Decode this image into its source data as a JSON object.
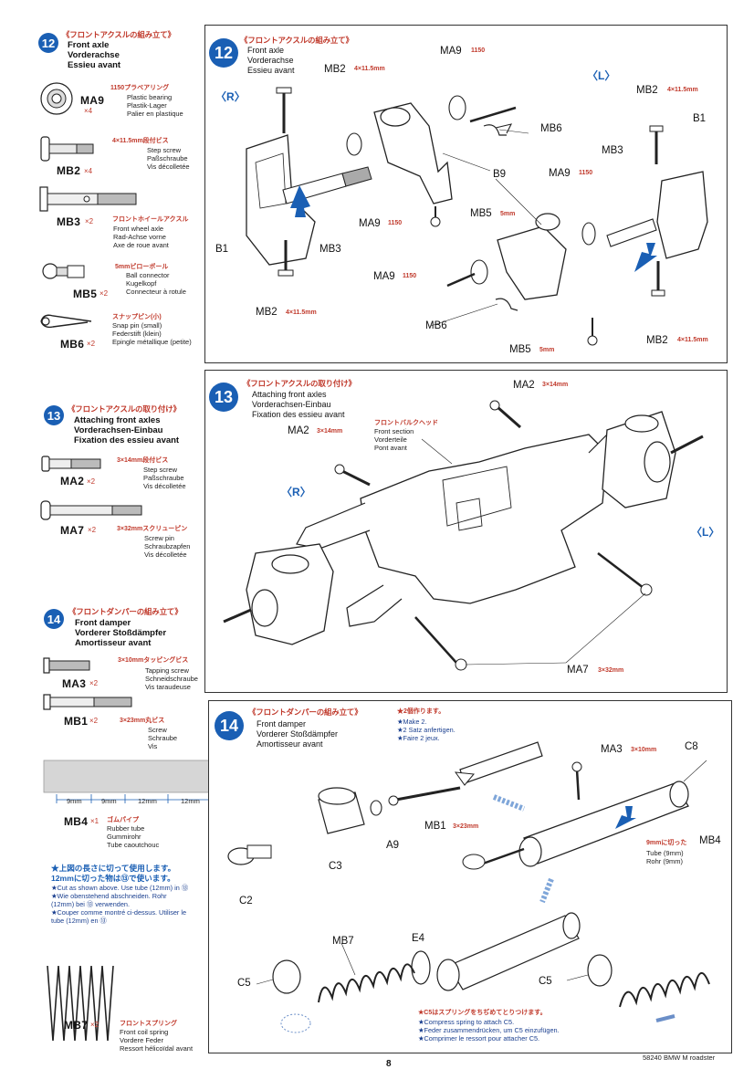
{
  "sidebar": {
    "step12": {
      "number": "12",
      "title_jp": "《フロントアクスルの組み立て》",
      "title_en": "Front axle",
      "title_de": "Vorderachse",
      "title_fr": "Essieu avant",
      "parts": [
        {
          "code": "MA9",
          "qty": "×4",
          "spec": "1150プラベアリング",
          "desc1": "Plastic bearing",
          "desc2": "Plastik-Lager",
          "desc3": "Palier en plastique"
        },
        {
          "code": "MB2",
          "qty": "×4",
          "spec": "4×11.5mm段付ビス",
          "desc1": "Step screw",
          "desc2": "Paßschraube",
          "desc3": "Vis décolletée"
        },
        {
          "code": "MB3",
          "qty": "×2",
          "spec": "フロントホイールアクスル",
          "desc1": "Front wheel axle",
          "desc2": "Rad-Achse vorne",
          "desc3": "Axe de roue avant"
        },
        {
          "code": "MB5",
          "qty": "×2",
          "spec": "5mmピローボール",
          "desc1": "Ball connector",
          "desc2": "Kugelkopf",
          "desc3": "Connecteur à rotule"
        },
        {
          "code": "MB6",
          "qty": "×2",
          "spec": "スナップピン(小)",
          "desc1": "Snap pin (small)",
          "desc2": "Federstift (klein)",
          "desc3": "Epingle métallique (petite)"
        }
      ]
    },
    "step13": {
      "number": "13",
      "title_jp": "《フロントアクスルの取り付け》",
      "title_en": "Attaching front axles",
      "title_de": "Vorderachsen-Einbau",
      "title_fr": "Fixation des essieu avant",
      "parts": [
        {
          "code": "MA2",
          "qty": "×2",
          "spec": "3×14mm段付ビス",
          "desc1": "Step screw",
          "desc2": "Paßschraube",
          "desc3": "Vis décolletée"
        },
        {
          "code": "MA7",
          "qty": "×2",
          "spec": "3×32mmスクリューピン",
          "desc1": "Screw pin",
          "desc2": "Schraubzapfen",
          "desc3": "Vis décolletée"
        }
      ]
    },
    "step14": {
      "number": "14",
      "title_jp": "《フロントダンパーの組み立て》",
      "title_en": "Front damper",
      "title_de": "Vorderer Stoßdämpfer",
      "title_fr": "Amortisseur avant",
      "parts": [
        {
          "code": "MA3",
          "qty": "×2",
          "spec": "3×10mmタッピングビス",
          "desc1": "Tapping screw",
          "desc2": "Schneidschraube",
          "desc3": "Vis taraudeuse"
        },
        {
          "code": "MB1",
          "qty": "×2",
          "spec": "3×23mm丸ビス",
          "desc1": "Screw",
          "desc2": "Schraube",
          "desc3": "Vis"
        }
      ],
      "tube": {
        "segments": [
          "9mm",
          "9mm",
          "12mm",
          "12mm"
        ],
        "code": "MB4",
        "qty": "×1",
        "spec": "ゴムパイプ",
        "desc1": "Rubber tube",
        "desc2": "Gummirohr",
        "desc3": "Tube caoutchouc"
      },
      "cut_note_jp1": "★上図の長さに切って使用します。",
      "cut_note_jp2": "12mmに切った物は⑬で使います。",
      "cut_note_en": "★Cut as shown above. Use tube (12mm) in ⑬",
      "cut_note_de1": "★Wie obenstehend abschneiden. Rohr",
      "cut_note_de2": "(12mm) bei ⑬ verwenden.",
      "cut_note_fr1": "★Couper comme montré ci-dessus. Utiliser le",
      "cut_note_fr2": "tube (12mm) en ⑬",
      "spring": {
        "code": "MB7",
        "qty": "×2",
        "spec": "フロントスプリング",
        "desc1": "Front coil spring",
        "desc2": "Vordere Feder",
        "desc3": "Ressort hélicoïdal avant"
      }
    }
  },
  "panel12": {
    "number": "12",
    "title_jp": "《フロントアクスルの組み立て》",
    "title_en": "Front axle",
    "title_de": "Vorderachse",
    "title_fr": "Essieu avant",
    "left_tag": "R",
    "right_tag": "L",
    "labels": {
      "ma9": "MA9",
      "ma9_spec": "1150",
      "mb2": "MB2",
      "mb2_spec": "4×11.5mm",
      "mb6": "MB6",
      "b9": "B9",
      "b1": "B1",
      "mb3": "MB3",
      "mb5": "MB5",
      "mb5_spec": "5mm"
    }
  },
  "panel13": {
    "number": "13",
    "title_jp": "《フロントアクスルの取り付け》",
    "title_en": "Attaching front axles",
    "title_de": "Vorderachsen-Einbau",
    "title_fr": "Fixation des essieu avant",
    "front_jp": "フロントバルクヘッド",
    "front_en": "Front section",
    "front_de": "Vorderteile",
    "front_fr": "Pont avant",
    "labels": {
      "ma2": "MA2",
      "ma2_spec": "3×14mm",
      "ma7": "MA7",
      "ma7_spec": "3×32mm"
    },
    "left_tag": "R",
    "right_tag": "L"
  },
  "panel14": {
    "number": "14",
    "title_jp": "《フロントダンパーの組み立て》",
    "title_en": "Front damper",
    "title_de": "Vorderer Stoßdämpfer",
    "title_fr": "Amortisseur avant",
    "make_jp": "★2個作ります。",
    "make_en": "★Make 2.",
    "make_de": "★2 Satz anfertigen.",
    "make_fr": "★Faire 2 jeux.",
    "labels": {
      "ma3": "MA3",
      "ma3_spec": "3×10mm",
      "c8": "C8",
      "mb1": "MB1",
      "mb1_spec": "3×23mm",
      "a9": "A9",
      "c3": "C3",
      "c2": "C2",
      "mb4": "MB4",
      "mb4_jp": "9mmに切った",
      "mb4_en": "Tube (9mm)",
      "mb4_de": "Rohr (9mm)",
      "mb7": "MB7",
      "e4": "E4",
      "c5": "C5"
    },
    "spring_note_jp": "★C5はスプリングをちぢめてとりつけます。",
    "spring_note_en": "★Compress spring to attach C5.",
    "spring_note_de": "★Feder zusammendrücken, um C5 einzufügen.",
    "spring_note_fr": "★Comprimer le ressort pour attacher C5."
  },
  "footer": {
    "model": "58240 BMW M roadster",
    "page": "8"
  },
  "colors": {
    "accent": "#1a5fb4",
    "jp_red": "#c0392b"
  }
}
